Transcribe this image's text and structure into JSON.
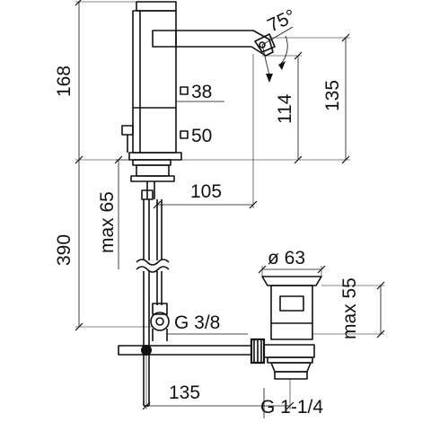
{
  "labels": {
    "height_total": "168",
    "angle": "75°",
    "height_spout": "135",
    "height_outlet": "114",
    "dim_38": "38",
    "dim_50": "50",
    "max_65": "max 65",
    "dim_105": "105",
    "dim_390": "390",
    "diameter_63": "ø 63",
    "max_55": "max 55",
    "thread_g38": "G 3/8",
    "dim_135_bottom": "135",
    "thread_g114": "G 1-1/4"
  }
}
